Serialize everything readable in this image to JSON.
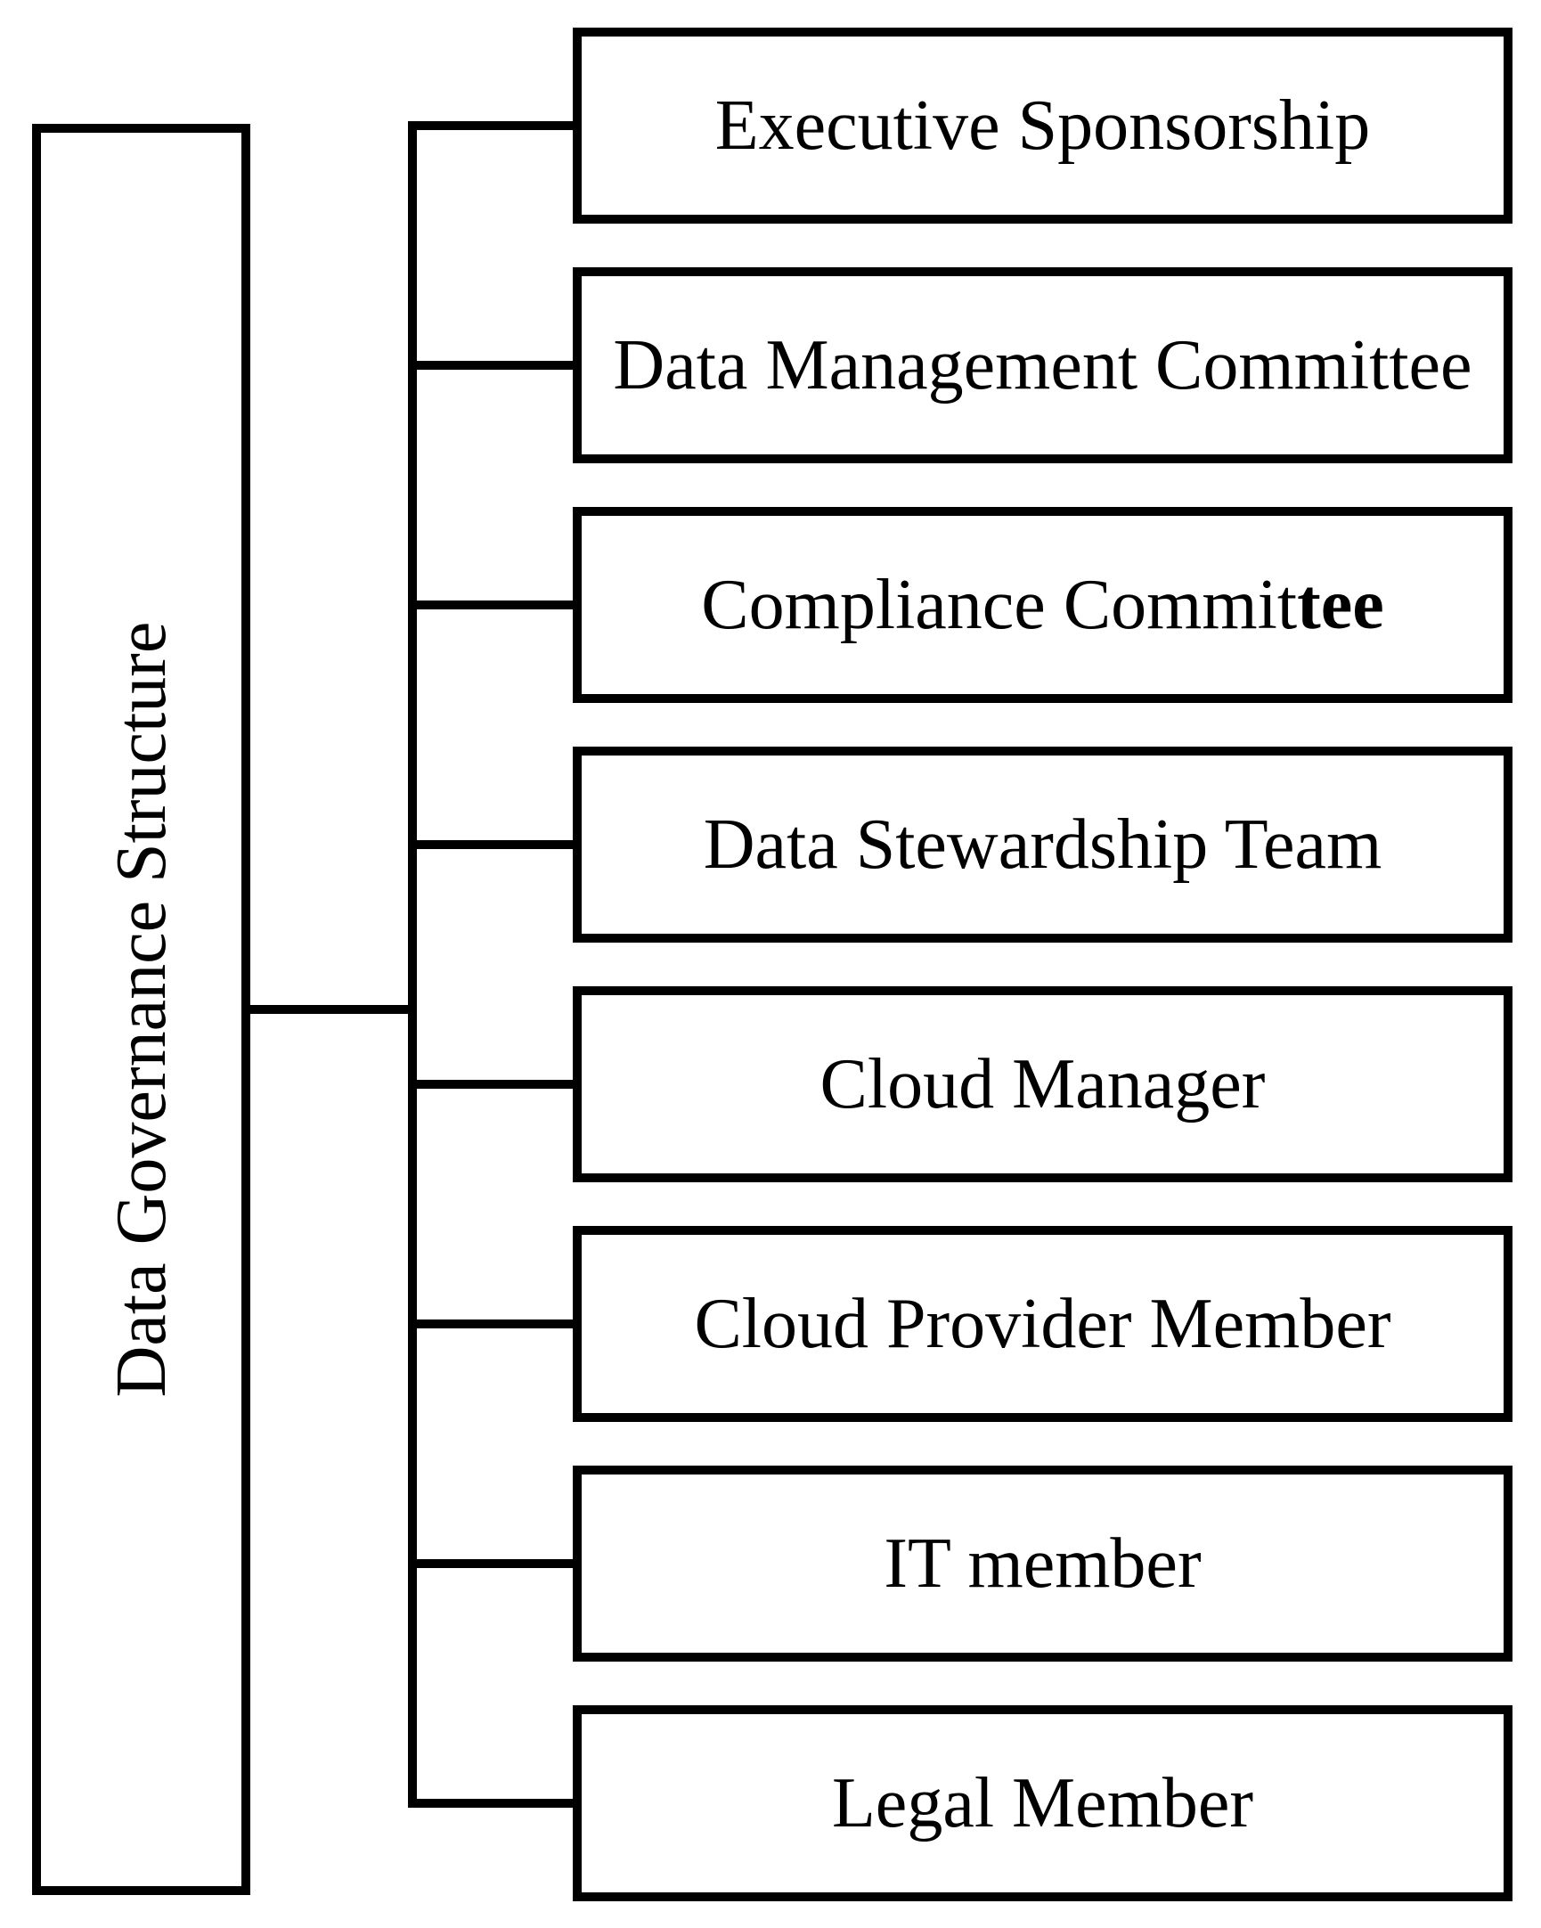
{
  "title": "Data Governance Structure",
  "colors": {
    "background": "#ffffff",
    "line": "#000000",
    "text": "#000000"
  },
  "diagram": {
    "type": "tree",
    "orientation": "left-root-right-children",
    "root": {
      "label": "Data Governance Structure",
      "text_rotation_deg": -90
    },
    "children": [
      {
        "parts": [
          {
            "text": "Executive Sponsorship",
            "bold": false
          }
        ]
      },
      {
        "parts": [
          {
            "text": "Data Management Committee",
            "bold": false
          }
        ]
      },
      {
        "parts": [
          {
            "text": "Compliance Commit",
            "bold": false
          },
          {
            "text": "tee",
            "bold": true
          }
        ]
      },
      {
        "parts": [
          {
            "text": "Data Stewardship Team",
            "bold": false
          }
        ]
      },
      {
        "parts": [
          {
            "text": "Cloud Manager",
            "bold": false
          }
        ]
      },
      {
        "parts": [
          {
            "text": "Cloud Provider Member",
            "bold": false
          }
        ]
      },
      {
        "parts": [
          {
            "text": "IT member",
            "bold": false
          }
        ]
      },
      {
        "parts": [
          {
            "text": "Legal Member",
            "bold": false
          }
        ]
      }
    ]
  }
}
